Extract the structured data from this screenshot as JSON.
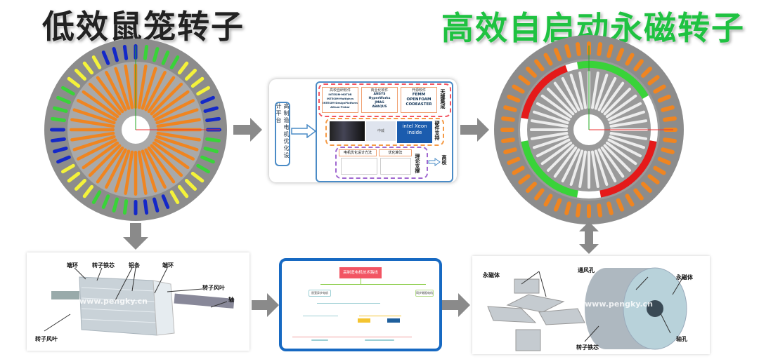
{
  "titles": {
    "left": "低效鼠笼转子",
    "right": "高效自启动永磁转子"
  },
  "center_panel": {
    "platform": "高制造电机优化设计平台",
    "software": [
      {
        "header": "高校自研软件",
        "items": "INTESIM-MOTOR\nINTESIM-Multiphys\nINTESIM-DesignPlatform\nAltium-Fiebar"
      },
      {
        "header": "商业化软件",
        "items": "ANSYS\nHyperWorks\nJMAG\nABAQUS"
      },
      {
        "header": "开源软件",
        "items": "FEMM\nOPENFOAM\nCODEASTER"
      }
    ],
    "seamless": "无缝集成",
    "hardware": "硬件支持",
    "hw_images": [
      "中威",
      "intel Xeon inside"
    ],
    "theory_tabs": [
      "电机优化设计方法",
      "优化算法"
    ],
    "theory": "理论支撑",
    "university": "高校"
  },
  "squirrel_labels": [
    "端环",
    "转子铁芯",
    "铝条",
    "端环",
    "转子风叶",
    "轴",
    "转子风叶"
  ],
  "watermark": "www.pengky.cn",
  "roadmap": {
    "title": "高制造电机技术路线",
    "branches": [
      "鼠笼异步电机",
      "同步磁阻电机"
    ]
  },
  "pm_labels": [
    "永磁体",
    "通风孔",
    "永磁体",
    "轴孔",
    "转子铁芯"
  ],
  "colors": {
    "orange": "#ef8521",
    "blue": "#1428c8",
    "green": "#39d339",
    "yellow": "#f4f23a",
    "red": "#e51a1a",
    "gray": "#8c8c8c"
  }
}
